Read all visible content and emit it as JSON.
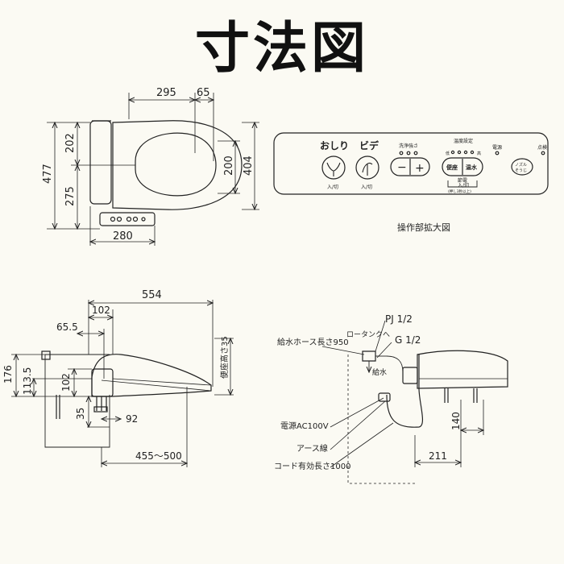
{
  "title": "寸法図",
  "top_view": {
    "dim_295": "295",
    "dim_65": "65",
    "dim_477": "477",
    "dim_202": "202",
    "dim_275": "275",
    "dim_200": "200",
    "dim_404": "404",
    "dim_280": "280"
  },
  "panel": {
    "caption": "操作部拡大図",
    "oshiri_label": "おしり",
    "bidet_label": "ビデ",
    "oshiri_onoff": "入/切",
    "bidet_onoff": "入/切",
    "wash_strength_label": "洗浄強さ",
    "minus_symbol": "−",
    "plus_symbol": "+",
    "temp_setting_label": "温度設定",
    "temp_low": "低",
    "temp_high": "高",
    "seat_button_label": "便座",
    "water_button_label": "温水",
    "energy_label_1": "節電",
    "energy_label_2": "入/切",
    "energy_note": "(押し3秒以上)",
    "power_label": "電源",
    "nozzle_label_1": "ノズル",
    "nozzle_label_2": "そうじ",
    "status_label": "点検"
  },
  "side_view": {
    "dim_554": "554",
    "dim_102_top": "102",
    "dim_65_5": "65.5",
    "dim_176": "176",
    "dim_113_5": "113.5",
    "dim_102_mid": "102",
    "dim_35": "35",
    "dim_92": "92",
    "dim_455_500": "455〜500",
    "dim_seat_height": "便座高さ35"
  },
  "install_view": {
    "pj": "PJ 1/2",
    "hose_length": "給水ホース長さ950",
    "to_tank": "ロータンクへ",
    "g_half": "G 1/2",
    "supply": "給水",
    "power_ac": "電源AC100V",
    "earth": "アース線",
    "cord_length": "コード有効長さ1000",
    "dim_140": "140",
    "dim_211": "211"
  }
}
